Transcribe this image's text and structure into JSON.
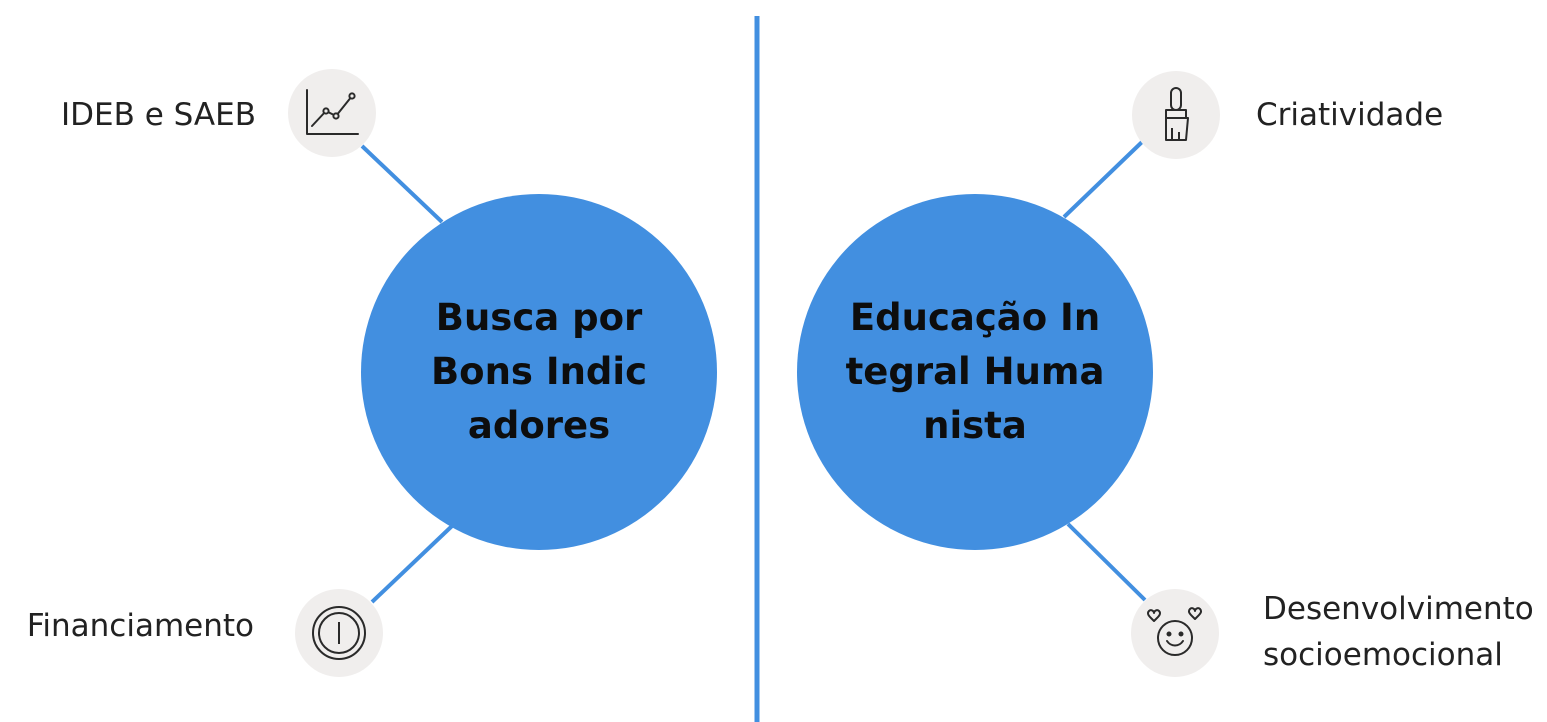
{
  "colors": {
    "accent": "#428fe0",
    "divider": "#428fe0",
    "icon_bubble": "#f0eeed",
    "icon_stroke": "#2a2a2a",
    "hub_text": "#0d0d0d",
    "label_text": "#222222"
  },
  "left": {
    "hub_title": "Busca por Bons Indicadores",
    "items": [
      {
        "label": "IDEB e SAEB",
        "icon": "line-chart-icon"
      },
      {
        "label": "Financiamento",
        "icon": "coin-icon"
      }
    ]
  },
  "right": {
    "hub_title": "Educação Integral Humanista",
    "items": [
      {
        "label": "Criatividade",
        "icon": "paintbrush-icon"
      },
      {
        "label": "Desenvolvimento socioemocional",
        "icon": "smiley-hearts-icon"
      }
    ]
  }
}
